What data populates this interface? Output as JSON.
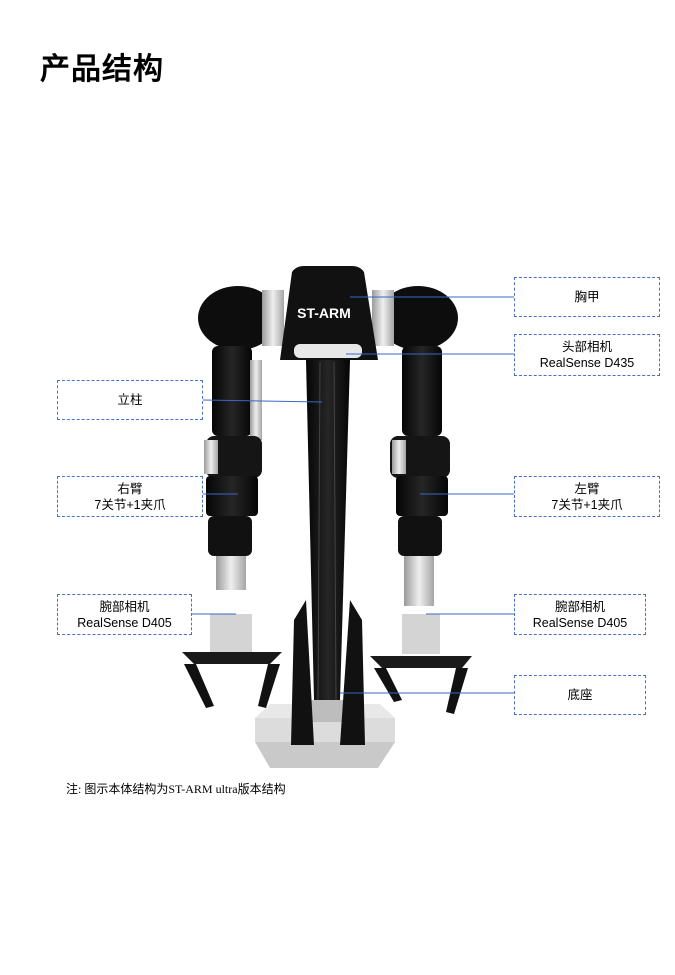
{
  "page_title": "产品结构",
  "robot_label": "ST-ARM",
  "callouts": {
    "chest": {
      "line1": "胸甲",
      "line2": ""
    },
    "head_camera": {
      "line1": "头部相机",
      "line2": "RealSense D435"
    },
    "column": {
      "line1": "立柱",
      "line2": ""
    },
    "right_arm": {
      "line1": "右臂",
      "line2": "7关节+1夹爪"
    },
    "left_arm": {
      "line1": "左臂",
      "line2": "7关节+1夹爪"
    },
    "right_wrist_camera": {
      "line1": "腕部相机",
      "line2": "RealSense D405"
    },
    "left_wrist_camera": {
      "line1": "腕部相机",
      "line2": "RealSense D405"
    },
    "base": {
      "line1": "底座",
      "line2": ""
    }
  },
  "note": "注: 图示本体结构为ST-ARM ultra版本结构",
  "colors": {
    "callout_border": "#4a72c4",
    "leader_line": "#3b66c8",
    "robot_body": "#101010",
    "metal": "#c8c8c8"
  }
}
